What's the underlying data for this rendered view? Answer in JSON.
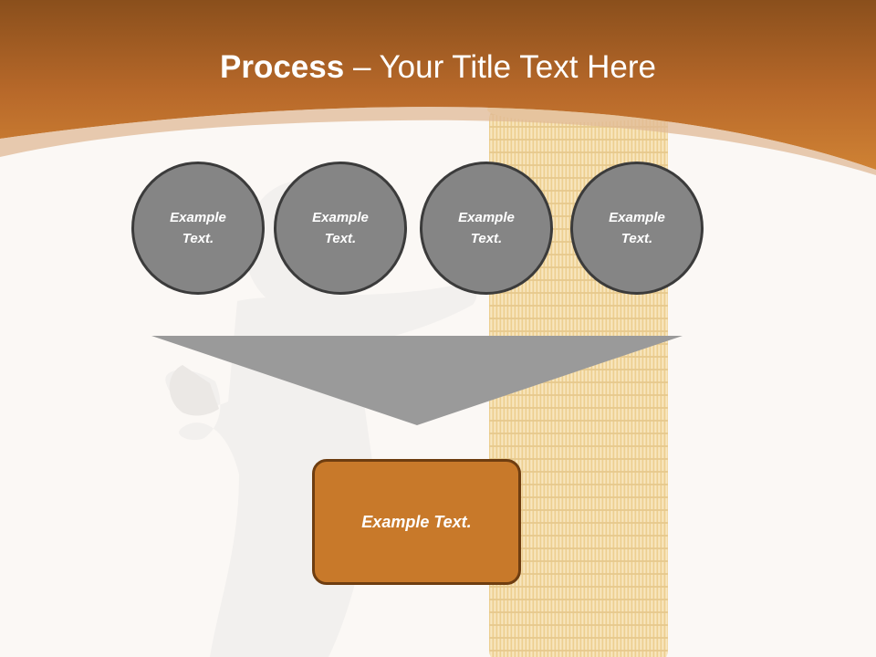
{
  "slide": {
    "title_strong": "Process",
    "title_rest": " – Your Title Text Here",
    "circles": [
      {
        "label": "Example Text."
      },
      {
        "label": "Example Text."
      },
      {
        "label": "Example Text."
      },
      {
        "label": "Example Text."
      }
    ],
    "result_label": "Example Text."
  },
  "colors": {
    "header": "#c8792a",
    "header_dark": "#8a4f1c",
    "background": "#fbf8f5",
    "circle_fill": "#858585",
    "circle_border": "#3b3b3b",
    "arrow": "#9a9a9a",
    "result_fill": "#c8792a",
    "result_border": "#6e3d10"
  },
  "icons": {
    "illustration": "person-leaning-on-coin-stack"
  }
}
